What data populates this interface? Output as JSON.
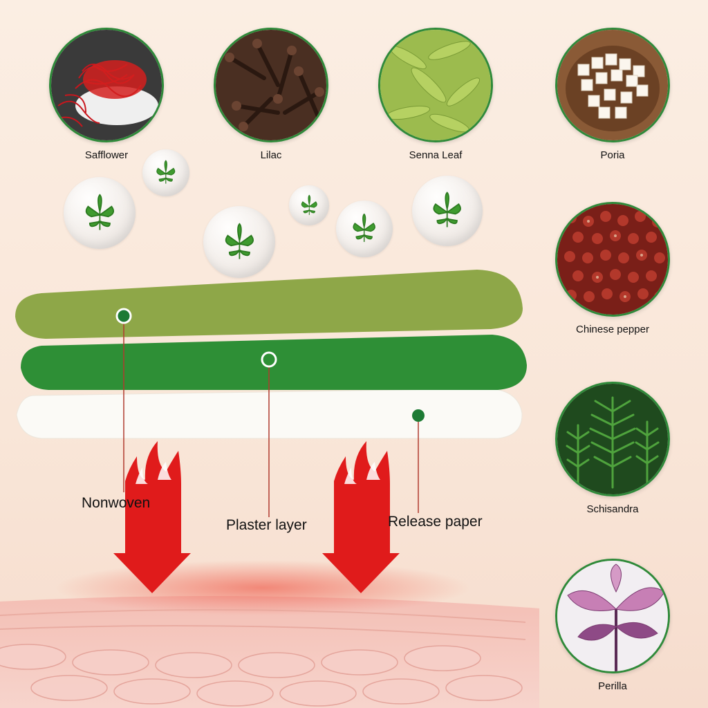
{
  "herbs": [
    {
      "id": "safflower",
      "label": "Safflower"
    },
    {
      "id": "lilac",
      "label": "Lilac"
    },
    {
      "id": "senna-leaf",
      "label": "Senna Leaf"
    },
    {
      "id": "poria",
      "label": "Poria"
    },
    {
      "id": "chinese-pepper",
      "label": "Chinese pepper"
    },
    {
      "id": "schisandra",
      "label": "Schisandra"
    },
    {
      "id": "perilla",
      "label": "Perilla"
    }
  ],
  "layers": [
    {
      "id": "nonwoven",
      "label": "Nonwoven",
      "color": "#8ea748"
    },
    {
      "id": "plaster",
      "label": "Plaster layer",
      "color": "#2e8f36"
    },
    {
      "id": "release",
      "label": "Release paper",
      "color": "#fbfaf6"
    }
  ],
  "colors": {
    "accent_green": "#2f8a3a",
    "arrow_red": "#e01b1b",
    "leader_line": "#b03a2e"
  },
  "icons": {
    "bubble": "herb-leaf-bubble-icon",
    "arrow": "flame-arrow-down-icon"
  }
}
